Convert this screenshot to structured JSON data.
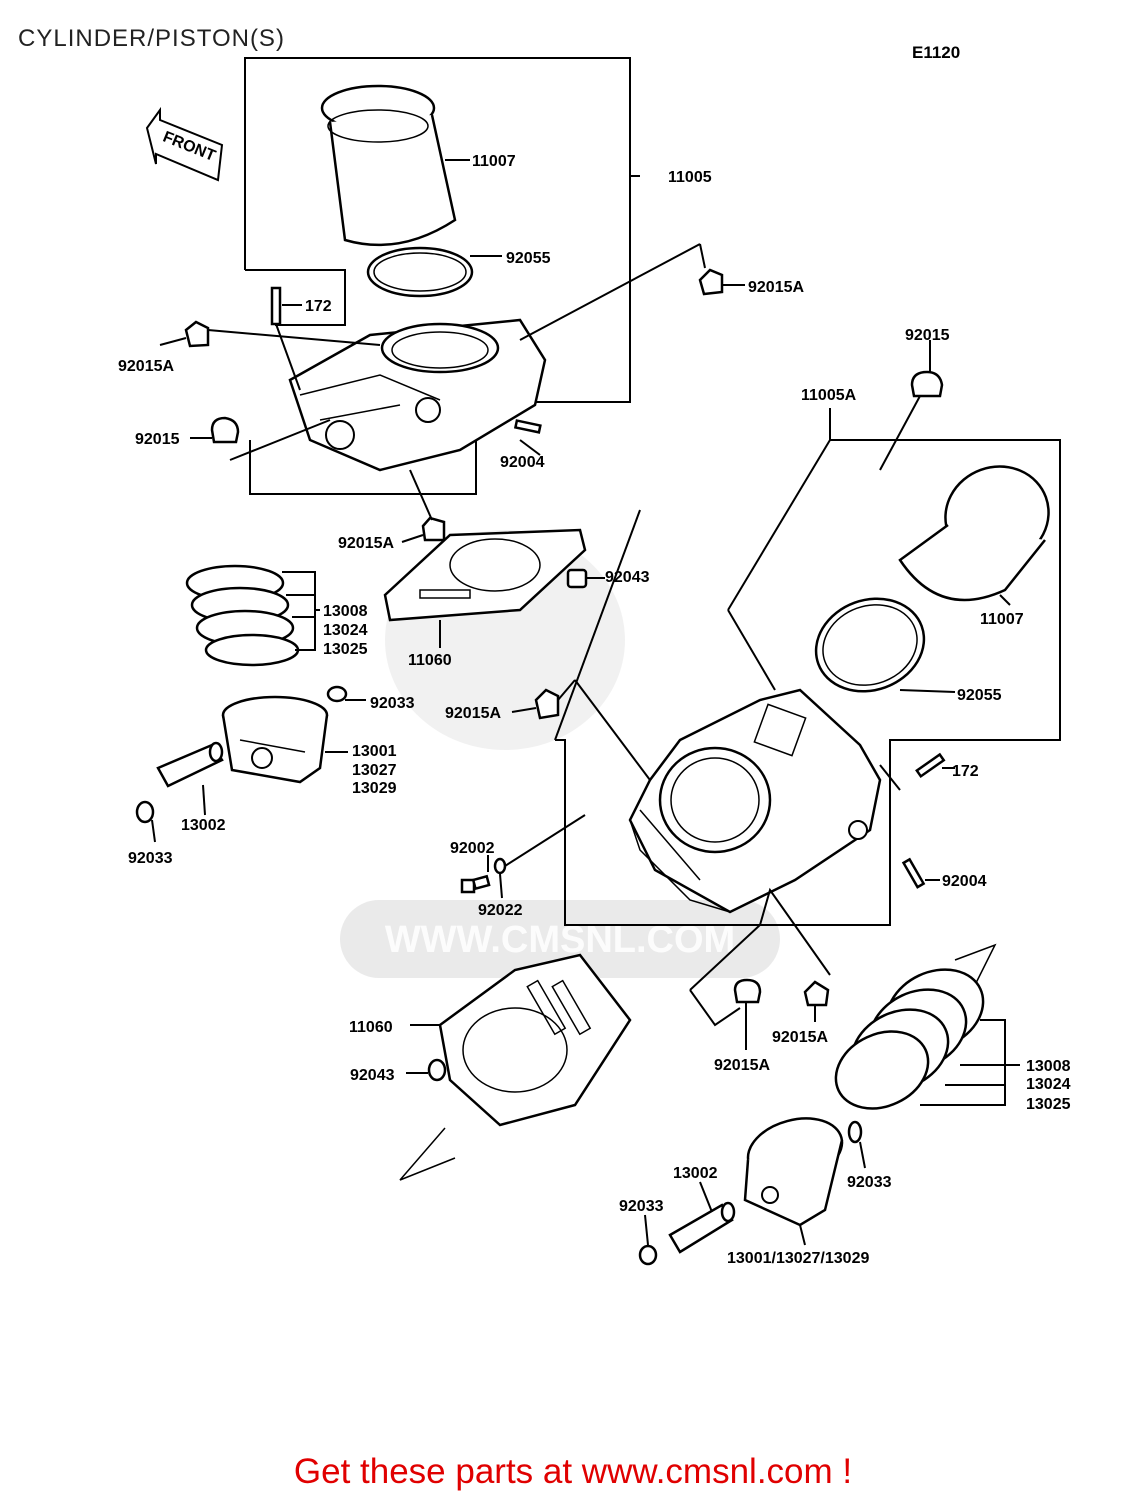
{
  "title": "CYLINDER/PISTON(S)",
  "diagram_code": "E1120",
  "front_arrow": "FRONT",
  "watermark": "WWW.CMSNL.COM",
  "footer": "Get these parts at www.cmsnl.com !",
  "labels": {
    "l_11007_a": "11007",
    "l_11005": "11005",
    "l_92055_a": "92055",
    "l_92015A_a": "92015A",
    "l_172_a": "172",
    "l_92015A_b": "92015A",
    "l_92015_a": "92015",
    "l_92004_a": "92004",
    "l_92015A_c": "92015A",
    "l_92043_a": "92043",
    "l_13008_a": "13008",
    "l_13024_a": "13024",
    "l_13025_a": "13025",
    "l_11060_a": "11060",
    "l_92033_a": "92033",
    "l_92015A_d": "92015A",
    "l_13001_a": "13001",
    "l_13027_a": "13027",
    "l_13029_a": "13029",
    "l_13002_a": "13002",
    "l_92033_b": "92033",
    "l_92015_b": "92015",
    "l_11005A": "11005A",
    "l_11007_b": "11007",
    "l_92055_b": "92055",
    "l_172_b": "172",
    "l_92002": "92002",
    "l_92022": "92022",
    "l_92004_b": "92004",
    "l_11060_b": "11060",
    "l_92043_b": "92043",
    "l_92015A_e": "92015A",
    "l_92015A_f": "92015A",
    "l_13008_b": "13008",
    "l_13024_b": "13024",
    "l_13025_b": "13025",
    "l_13002_b": "13002",
    "l_92033_c": "92033",
    "l_92033_d": "92033",
    "l_13001_b": "13001/13027/13029"
  }
}
